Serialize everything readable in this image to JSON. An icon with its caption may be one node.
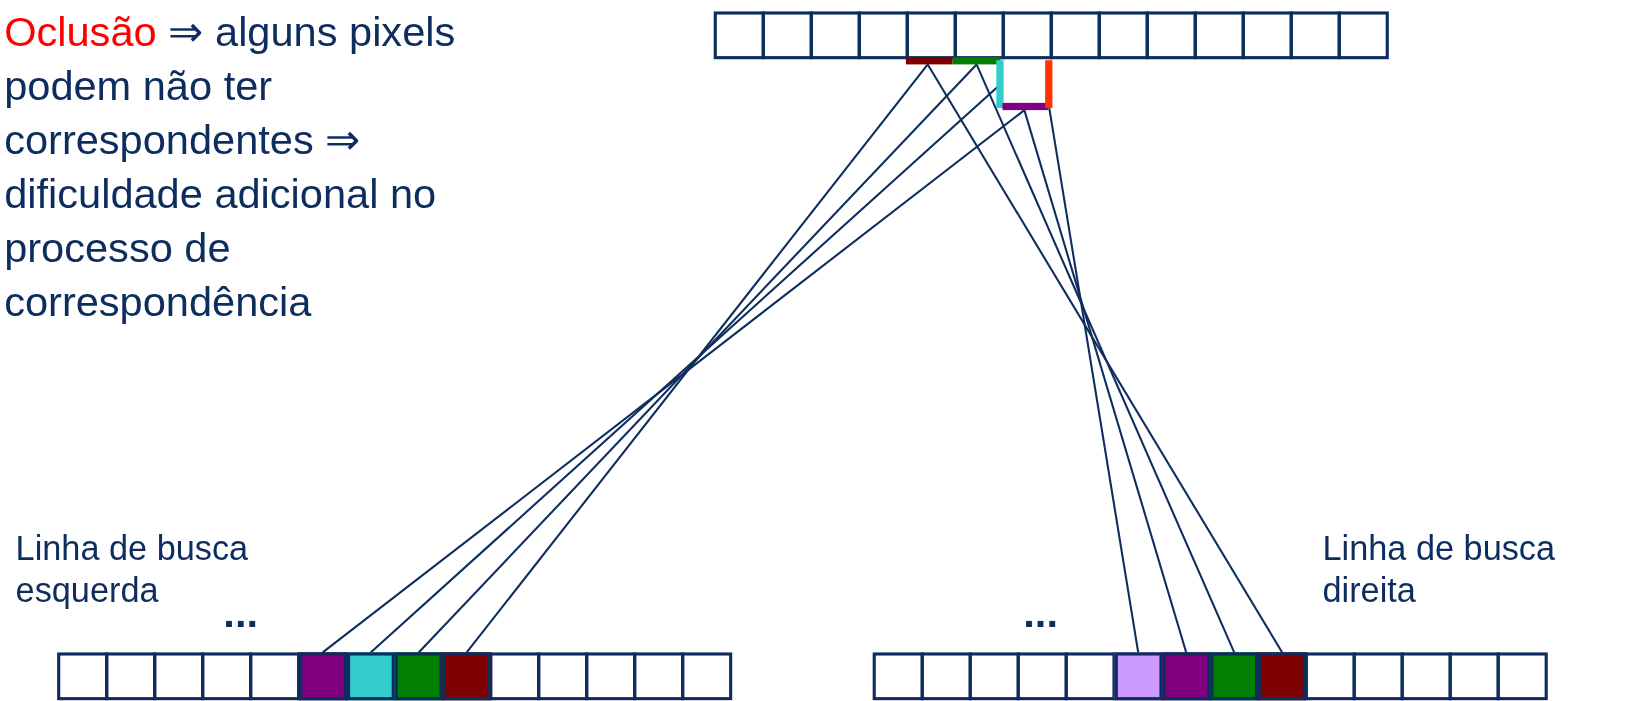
{
  "diagram": {
    "nodes": [
      {
        "text": [],
        "shape": "bar"
      },
      {
        "text": [],
        "shape": "bar"
      },
      {
        "text": [],
        "shape": "bar"
      },
      {
        "text": [],
        "shape": "bar"
      },
      {
        "text": [],
        "shape": "bar"
      },
      {
        "text": [],
        "shape": "box"
      },
      {
        "text": [],
        "shape": "box"
      },
      {
        "text": [],
        "shape": "box"
      },
      {
        "text": [],
        "shape": "box"
      },
      {
        "text": [],
        "shape": "box"
      },
      {
        "text": [],
        "shape": "box"
      },
      {
        "text": [],
        "shape": "box"
      },
      {
        "text": [],
        "shape": "box"
      }
    ],
    "edges": [
      {
        "from": 5,
        "to": 3,
        "arrow": "none"
      },
      {
        "from": 6,
        "to": 2,
        "arrow": "none"
      },
      {
        "from": 7,
        "to": 1,
        "arrow": "none"
      },
      {
        "from": 8,
        "to": 0,
        "arrow": "none"
      },
      {
        "from": 9,
        "to": 4,
        "arrow": "none"
      },
      {
        "from": 10,
        "to": 3,
        "arrow": "none"
      },
      {
        "from": 11,
        "to": 1,
        "arrow": "none"
      },
      {
        "from": 12,
        "to": 0,
        "arrow": "none"
      }
    ],
    "labels": [
      "Oclusão ⇒ alguns pixels podem não ter correspondentes ⇒ dificuldade adicional no processo de correspondência",
      "Linha de busca esquerda",
      "...",
      "...",
      "Linha de busca direita"
    ]
  }
}
